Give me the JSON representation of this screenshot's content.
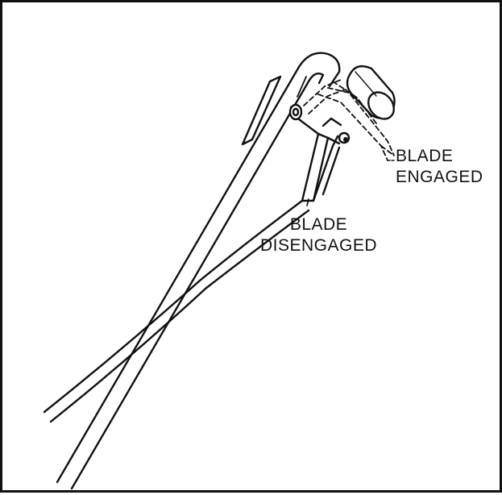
{
  "labels": {
    "blade_engaged": {
      "line1": "BLADE",
      "line2": "ENGAGED"
    },
    "blade_disengaged": {
      "line1": "BLADE",
      "line2": "DISENGAGED"
    }
  },
  "colors": {
    "ink": "#111111",
    "paper": "#ffffff"
  }
}
